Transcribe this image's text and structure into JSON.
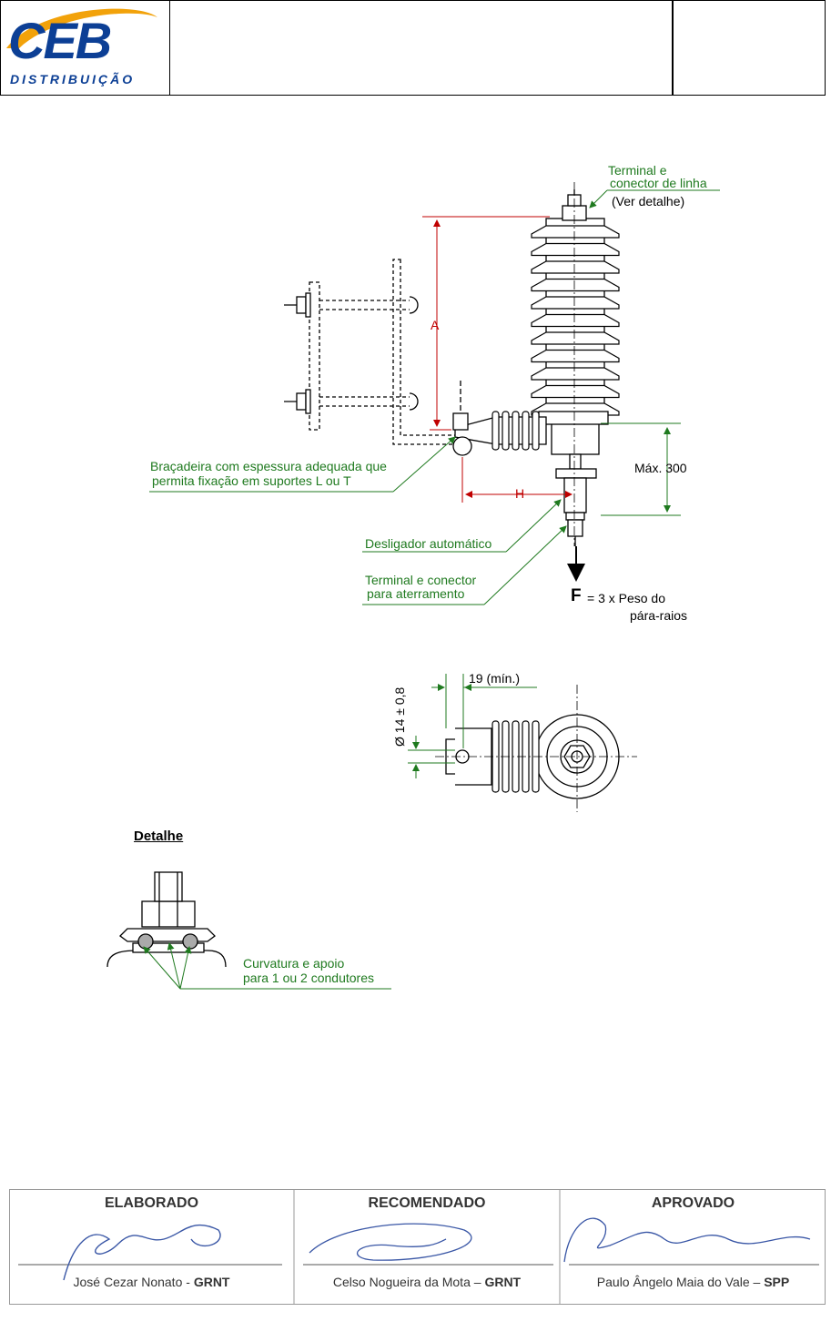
{
  "header": {
    "logo_main": "CEB",
    "logo_sub": "DISTRIBUIÇÃO",
    "brand_color": "#0c3f95"
  },
  "drawing": {
    "label_terminal_linha_1": "Terminal e",
    "label_terminal_linha_2": "conector de linha",
    "label_ver_detalhe": "(Ver detalhe)",
    "dim_a": "A",
    "dim_h": "H",
    "dim_max": "Máx. 300",
    "label_bracadeira_1": "Braçadeira com espessura adequada que",
    "label_bracadeira_2": "permita fixação em suportes L ou T",
    "label_desligador": "Desligador automático",
    "label_terminal_aterr_1": "Terminal e conector",
    "label_terminal_aterr_2": "para aterramento",
    "force_symbol": "F",
    "force_text_1": "= 3 x Peso do",
    "force_text_2": "pára-raios",
    "dim_19": "19 (mín.)",
    "dim_diam": "Ø 14 ± 0,8",
    "detail_title": "Detalhe",
    "label_curvatura_1": "Curvatura e apoio",
    "label_curvatura_2": "para 1 ou 2 condutores",
    "colors": {
      "annotation": "#1f7a1f",
      "dimension": "#c00000"
    }
  },
  "signatures": {
    "elaborado_head": "ELABORADO",
    "elaborado_name": "José Cezar Nonato - ",
    "elaborado_org": "GRNT",
    "recomendado_head": "RECOMENDADO",
    "recomendado_name": "Celso Nogueira da Mota – ",
    "recomendado_org": "GRNT",
    "aprovado_head": "APROVADO",
    "aprovado_name": "Paulo Ângelo Maia do Vale – ",
    "aprovado_org": "SPP"
  }
}
